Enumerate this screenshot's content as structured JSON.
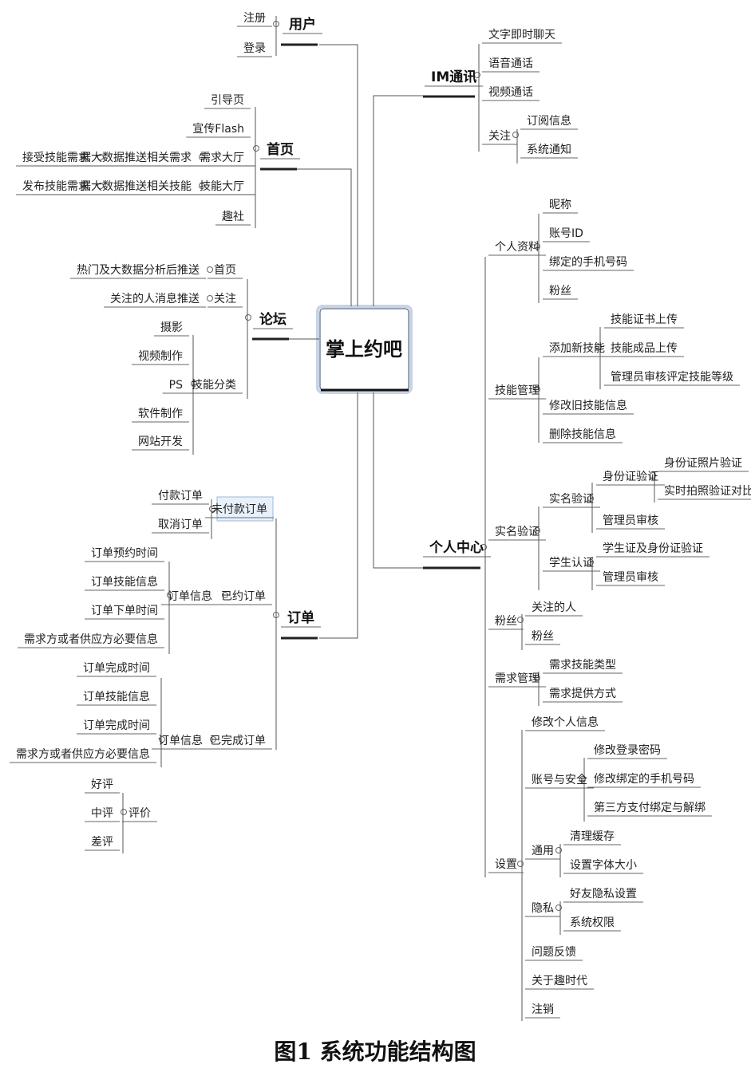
{
  "center": "掌上约吧",
  "caption": "图1   系统功能结构图",
  "branches": {
    "user": {
      "title": "用户",
      "items": [
        "注册",
        "登录"
      ]
    },
    "home": {
      "title": "首页",
      "items": [
        "引导页",
        "宣传Flash",
        "需求大厅",
        "技能大厅",
        "趣社"
      ],
      "demand_hall": [
        "接受技能需求",
        "据大数据推送相关需求"
      ],
      "skill_hall": [
        "发布技能需求",
        "据大数据推送相关技能"
      ]
    },
    "forum": {
      "title": "论坛",
      "home": "首页",
      "home_sub": "热门及大数据分析后推送",
      "follow": "关注",
      "follow_sub": "关注的人消息推送",
      "skill_class": "技能分类",
      "skill_items": [
        "摄影",
        "视频制作",
        "PS",
        "软件制作",
        "网站开发"
      ]
    },
    "order": {
      "title": "订单",
      "unpaid": "未付款订单",
      "unpaid_items": [
        "付款订单",
        "取消订单"
      ],
      "booked": "已约订单",
      "booked_info": "订单信息",
      "booked_items": [
        "订单预约时间",
        "订单技能信息",
        "订单下单时间",
        "需求方或者供应方必要信息"
      ],
      "done": "已完成订单",
      "done_info": "订单信息",
      "done_items": [
        "订单完成时间",
        "订单技能信息",
        "订单完成时间",
        "需求方或者供应方必要信息"
      ],
      "review": "评价",
      "review_items": [
        "好评",
        "中评",
        "差评"
      ]
    },
    "im": {
      "title": "IM通讯",
      "items": [
        "文字即时聊天",
        "语音通话",
        "视频通话"
      ],
      "follow": "关注",
      "follow_items": [
        "订阅信息",
        "系统通知"
      ]
    },
    "personal": {
      "title": "个人中心",
      "profile": "个人资料",
      "profile_items": [
        "昵称",
        "账号ID",
        "绑定的手机号码",
        "粉丝"
      ],
      "skill_mgmt": "技能管理",
      "add_skill": "添加新技能",
      "add_skill_items": [
        "技能证书上传",
        "技能成品上传",
        "管理员审核评定技能等级"
      ],
      "skill_items": [
        "修改旧技能信息",
        "删除技能信息"
      ],
      "realname": "实名验证",
      "realname_sub": "实名验证",
      "id_verify": "身份证验证",
      "id_items": [
        "身份证照片验证",
        "实时拍照验证对比"
      ],
      "admin_review": "管理员审核",
      "student": "学生认证",
      "student_items": [
        "学生证及身份证验证",
        "管理员审核"
      ],
      "fans": "粉丝",
      "fans_items": [
        "关注的人",
        "粉丝"
      ],
      "demand_mgmt": "需求管理",
      "demand_items": [
        "需求技能类型",
        "需求提供方式"
      ],
      "settings": "设置",
      "edit_info": "修改个人信息",
      "account": "账号与安全",
      "account_items": [
        "修改登录密码",
        "修改绑定的手机号码",
        "第三方支付绑定与解绑"
      ],
      "general": "通用",
      "general_items": [
        "清理缓存",
        "设置字体大小"
      ],
      "privacy": "隐私",
      "privacy_items": [
        "好友隐私设置",
        "系统权限"
      ],
      "feedback": "问题反馈",
      "about": "关于趣时代",
      "logout": "注销"
    }
  }
}
